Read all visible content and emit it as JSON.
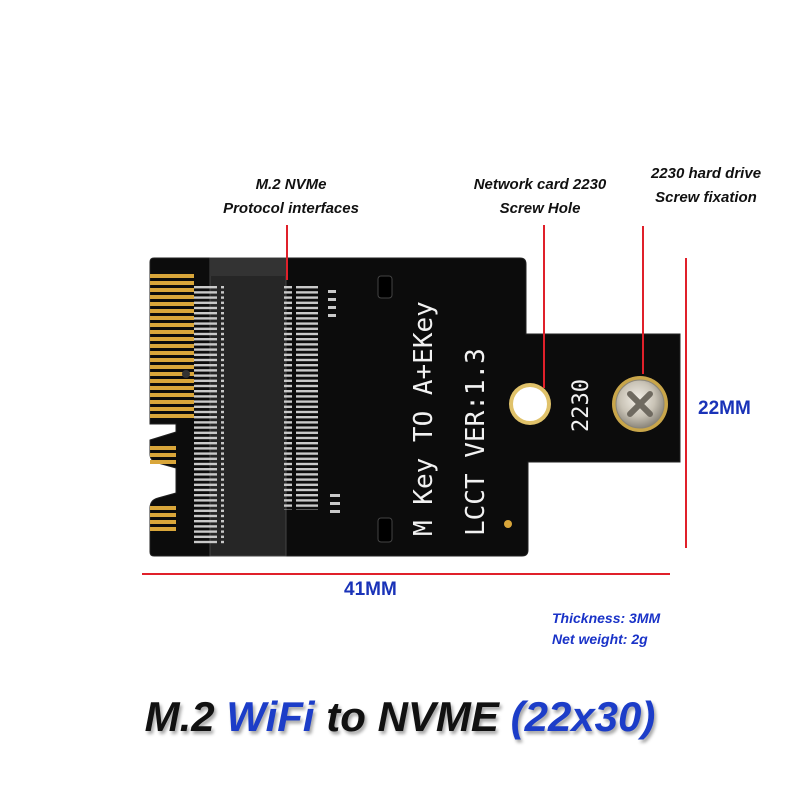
{
  "callouts": {
    "nvme_line1": "M.2 NVMe",
    "nvme_line2": "Protocol interfaces",
    "hole_line1": "Network card 2230",
    "hole_line2": "Screw Hole",
    "screw_line1": "2230 hard drive",
    "screw_line2": "Screw fixation"
  },
  "board": {
    "silk_line1": "M Key TO A+EKey",
    "silk_line2": "LCCT VER:1.3",
    "silk_size": "2230"
  },
  "dimensions": {
    "width": "41MM",
    "height": "22MM"
  },
  "specs": {
    "thickness": "Thickness: 3MM",
    "weight": "Net weight: 2g"
  },
  "headline": {
    "part1": "M.2 ",
    "part2": "WiFi",
    "part3": " to NVME ",
    "part4": "(22x30)"
  },
  "colors": {
    "pcb": "#0c0c0c",
    "gold": "#d9a63a",
    "callout_line": "#e0202a",
    "dimension_text": "#1a33b8",
    "headline_accent": "#1c3dc8"
  }
}
